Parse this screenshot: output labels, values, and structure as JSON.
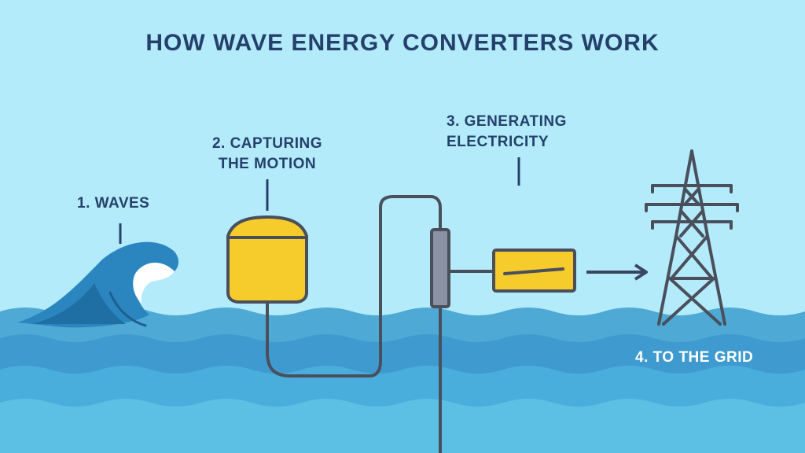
{
  "title": "HOW WAVE ENERGY CONVERTERS WORK",
  "steps": [
    {
      "label_line1": "1. WAVES",
      "label_line2": "",
      "icon": "breaking-wave-icon"
    },
    {
      "label_line1": "2. CAPTURING",
      "label_line2": "THE MOTION",
      "icon": "buoy-icon"
    },
    {
      "label_line1": "3. GENERATING",
      "label_line2": "ELECTRICITY",
      "icon": "generator-icon"
    },
    {
      "label_line1": "4. TO THE GRID",
      "label_line2": "",
      "icon": "transmission-tower-icon"
    }
  ],
  "colors": {
    "sky": "#b3ebfb",
    "sea_top": "#4ea9d5",
    "sea_mid": "#47a7d9",
    "sea_deep": "#55bde0",
    "yellow": "#f6cb2c",
    "outline": "#4a4f5c",
    "title": "#25406b",
    "wave_dark": "#1f6fa5",
    "wave_foam": "#ffffff"
  }
}
